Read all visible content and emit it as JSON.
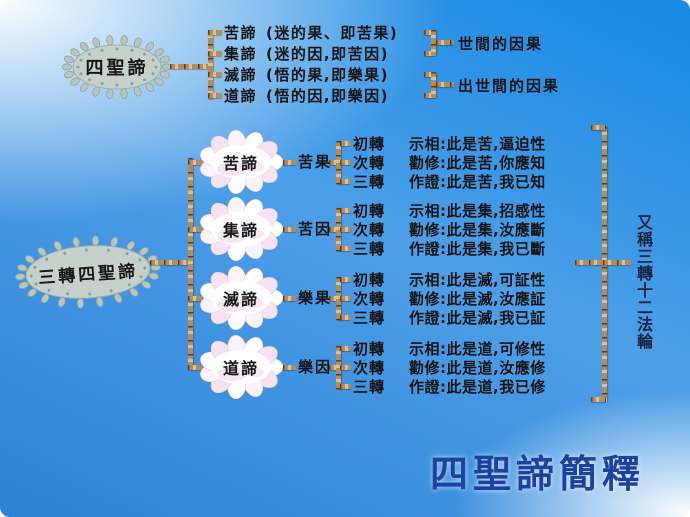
{
  "title": "四聖諦簡釋",
  "colors": {
    "background_blue": "#2e82d6",
    "background_light": "#ffffff",
    "pipe_copper": "#b68c5c",
    "pipe_dark": "#5a3c1c",
    "oval_fill": "#c6d1cb",
    "cloud_pink": "#f6e2f2",
    "title_blue": "#1d40a3",
    "text": "#141414"
  },
  "top_section": {
    "oval_label": "四聖諦",
    "branches": [
      {
        "name": "苦諦",
        "desc": "(迷的果、即苦果)"
      },
      {
        "name": "集諦",
        "desc": "(迷的因,即苦因)"
      },
      {
        "name": "滅諦",
        "desc": "(悟的果,即樂果)"
      },
      {
        "name": "道諦",
        "desc": "(悟的因,即樂因)"
      }
    ],
    "groups": [
      {
        "label": "世間的因果"
      },
      {
        "label": "出世間的因果"
      }
    ]
  },
  "middle_section": {
    "oval_label": "三轉四聖諦",
    "side_note": "又稱三轉十二法輪",
    "rows": [
      {
        "truth": "苦諦",
        "nature": "苦果",
        "turns": [
          {
            "turn": "初轉",
            "text": "示相:此是苦,逼迫性"
          },
          {
            "turn": "次轉",
            "text": "勸修:此是苦,你應知"
          },
          {
            "turn": "三轉",
            "text": "作證:此是苦,我已知"
          }
        ]
      },
      {
        "truth": "集諦",
        "nature": "苦因",
        "turns": [
          {
            "turn": "初轉",
            "text": "示相:此是集,招感性"
          },
          {
            "turn": "次轉",
            "text": "勸修:此是集,汝應斷"
          },
          {
            "turn": "三轉",
            "text": "作證:此是集,我已斷"
          }
        ]
      },
      {
        "truth": "滅諦",
        "nature": "樂果",
        "turns": [
          {
            "turn": "初轉",
            "text": "示相:此是滅,可証性"
          },
          {
            "turn": "次轉",
            "text": "勸修:此是滅,汝應証"
          },
          {
            "turn": "三轉",
            "text": "作證:此是滅,我已証"
          }
        ]
      },
      {
        "truth": "道諦",
        "nature": "樂因",
        "turns": [
          {
            "turn": "初轉",
            "text": "示相:此是道,可修性"
          },
          {
            "turn": "次轉",
            "text": "勸修:此是道,汝應修"
          },
          {
            "turn": "三轉",
            "text": "作證:此是道,我已修"
          }
        ]
      }
    ]
  }
}
